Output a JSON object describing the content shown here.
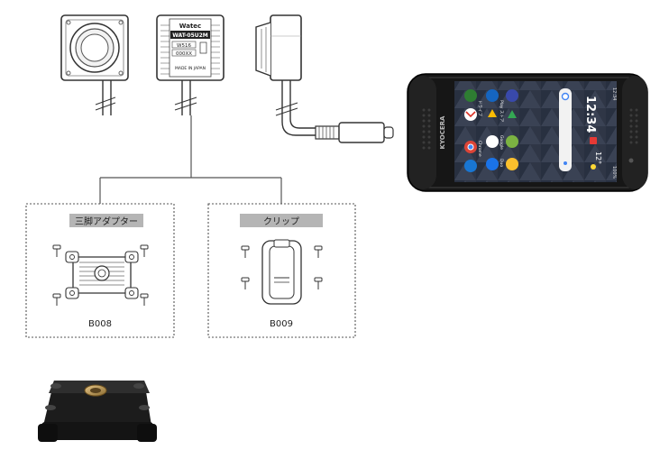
{
  "camera": {
    "brand": "Watec",
    "model": "WAT-05U2M",
    "label_a": "W516",
    "label_b": "000XX",
    "made_in": "MADE IN JAPAN"
  },
  "accessories": [
    {
      "title": "三脚アダプター",
      "code": "B008"
    },
    {
      "title": "クリップ",
      "code": "B009"
    }
  ],
  "phone": {
    "brand": "KYOCERA",
    "status_time": "12:34",
    "clock": "12:34",
    "weather_temp": "12°",
    "battery": "100%",
    "apps": [
      "Files",
      "Gmail",
      "ドライブ",
      "Chrome",
      "Play ストア",
      "Google",
      "Duo"
    ]
  },
  "colors": {
    "line": "#555555",
    "label_bg": "#b5b5b5",
    "device_body": "#1a1a1a"
  }
}
